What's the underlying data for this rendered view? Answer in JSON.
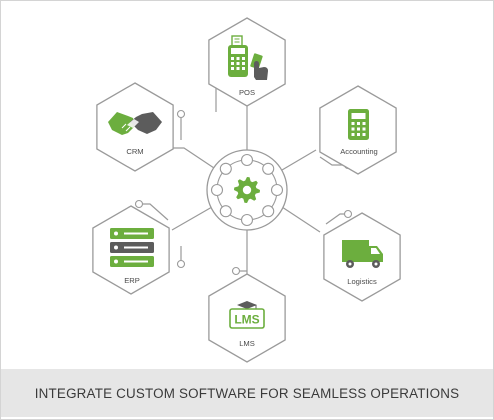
{
  "caption": "INTEGRATE CUSTOM SOFTWARE FOR SEAMLESS OPERATIONS",
  "hub": {
    "icon": "gear-icon"
  },
  "nodes": [
    {
      "id": "pos",
      "label": "POS",
      "icon": "pos-terminal-icon"
    },
    {
      "id": "crm",
      "label": "CRM",
      "icon": "handshake-icon"
    },
    {
      "id": "accounting",
      "label": "Accounting",
      "icon": "calculator-icon"
    },
    {
      "id": "erp",
      "label": "ERP",
      "icon": "server-stack-icon"
    },
    {
      "id": "logistics",
      "label": "Logistics",
      "icon": "delivery-truck-icon"
    },
    {
      "id": "lms",
      "label": "LMS",
      "icon": "lms-graduation-icon"
    }
  ],
  "icon_text": {
    "lms": "LMS"
  },
  "colors": {
    "accent_green": "#6cae3e",
    "line_gray": "#9a9a9a",
    "text_dark": "#4a4a4a",
    "caption_bg": "#e6e6e6"
  }
}
